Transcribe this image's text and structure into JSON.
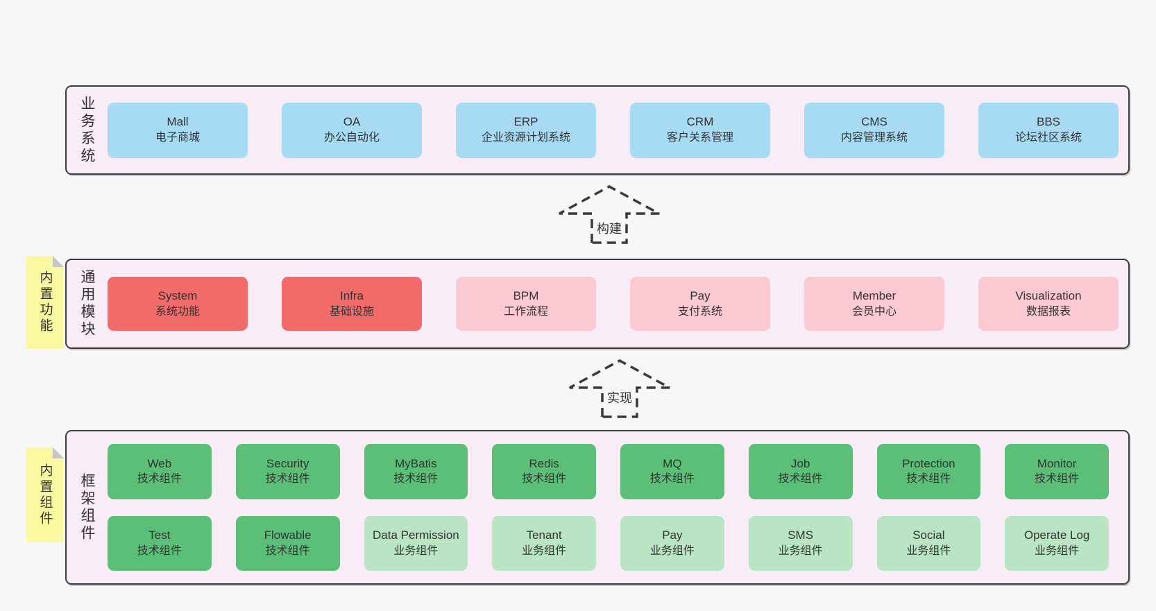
{
  "diagram": {
    "bands": {
      "business": {
        "label": "业务系统",
        "boxes": [
          {
            "name": "Mall",
            "desc": "电子商城"
          },
          {
            "name": "OA",
            "desc": "办公自动化"
          },
          {
            "name": "ERP",
            "desc": "企业资源计划系统"
          },
          {
            "name": "CRM",
            "desc": "客户关系管理"
          },
          {
            "name": "CMS",
            "desc": "内容管理系统"
          },
          {
            "name": "BBS",
            "desc": "论坛社区系统"
          }
        ]
      },
      "modules": {
        "label": "通用模块",
        "sticky": "内置功能",
        "boxes": [
          {
            "name": "System",
            "desc": "系统功能"
          },
          {
            "name": "Infra",
            "desc": "基础设施"
          },
          {
            "name": "BPM",
            "desc": "工作流程"
          },
          {
            "name": "Pay",
            "desc": "支付系统"
          },
          {
            "name": "Member",
            "desc": "会员中心"
          },
          {
            "name": "Visualization",
            "desc": "数据报表"
          }
        ]
      },
      "components": {
        "label": "框架组件",
        "sticky": "内置组件",
        "row1": [
          {
            "name": "Web",
            "desc": "技术组件"
          },
          {
            "name": "Security",
            "desc": "技术组件"
          },
          {
            "name": "MyBatis",
            "desc": "技术组件"
          },
          {
            "name": "Redis",
            "desc": "技术组件"
          },
          {
            "name": "MQ",
            "desc": "技术组件"
          },
          {
            "name": "Job",
            "desc": "技术组件"
          },
          {
            "name": "Protection",
            "desc": "技术组件"
          },
          {
            "name": "Monitor",
            "desc": "技术组件"
          }
        ],
        "row2": [
          {
            "name": "Test",
            "desc": "技术组件"
          },
          {
            "name": "Flowable",
            "desc": "技术组件"
          },
          {
            "name": "Data Permission",
            "desc": "业务组件"
          },
          {
            "name": "Tenant",
            "desc": "业务组件"
          },
          {
            "name": "Pay",
            "desc": "业务组件"
          },
          {
            "name": "SMS",
            "desc": "业务组件"
          },
          {
            "name": "Social",
            "desc": "业务组件"
          },
          {
            "name": "Operate Log",
            "desc": "业务组件"
          }
        ]
      }
    },
    "arrows": {
      "build": "构建",
      "implement": "实现"
    },
    "colors": {
      "page_bg": "#f7f7f7",
      "band_bg": "#f8edf6",
      "band_border": "#3c3c3c",
      "blue": "#a7dbf4",
      "red": "#f26b6b",
      "pink": "#fbc9d2",
      "green": "#5cbf78",
      "light_green": "#b9e5c4",
      "sticky_yellow": "#faf8a0",
      "fold_gray": "#c6c6c6",
      "text": "#333333"
    }
  }
}
